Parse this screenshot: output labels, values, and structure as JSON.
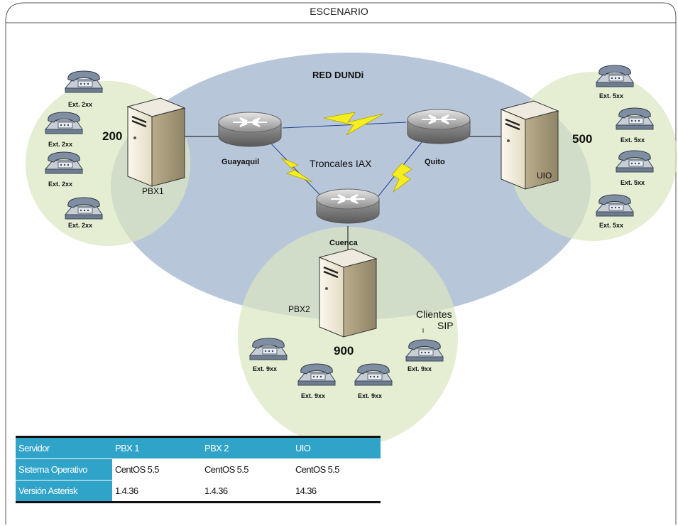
{
  "title": "ESCENARIO",
  "network_label": "RED DUNDi",
  "trunks_label": "Troncales IAX",
  "routers": {
    "guayaquil": "Guayaquil",
    "quito": "Quito",
    "cuenca": "Cuenca"
  },
  "servers": {
    "pbx1": {
      "label": "PBX1",
      "number": "200"
    },
    "uio": {
      "label": "UIO",
      "number": "500"
    },
    "pbx2": {
      "label": "PBX2",
      "number": "900"
    }
  },
  "sip_clients_label_1": "Clientes",
  "sip_clients_label_2": "SIP",
  "phones": {
    "left": [
      "Ext. 2xx",
      "Ext. 2xx",
      "Ext. 2xx",
      "Ext. 2xx"
    ],
    "right": [
      "Ext. 5xx",
      "Ext. 5xx",
      "Ext. 5xx",
      "Ext. 5xx"
    ],
    "bottom": [
      "Ext. 9xx",
      "Ext. 9xx",
      "Ext. 9xx",
      "Ext. 9xx"
    ]
  },
  "colors": {
    "network_cloud": "#b8c6d9",
    "site_circle": "#dbe6c2",
    "table_header": "#30a3c9",
    "lightning": "#f5ee1f"
  },
  "table": {
    "headers": [
      "Servidor",
      "PBX 1",
      "PBX 2",
      "UIO"
    ],
    "rows": [
      [
        "Sistema Operativo",
        "CentOS 5.5",
        "CentOS 5.5",
        "CentOS 5.5"
      ],
      [
        "Versión Asterisk",
        "1.4.36",
        "1.4.36",
        "14.36"
      ]
    ]
  }
}
